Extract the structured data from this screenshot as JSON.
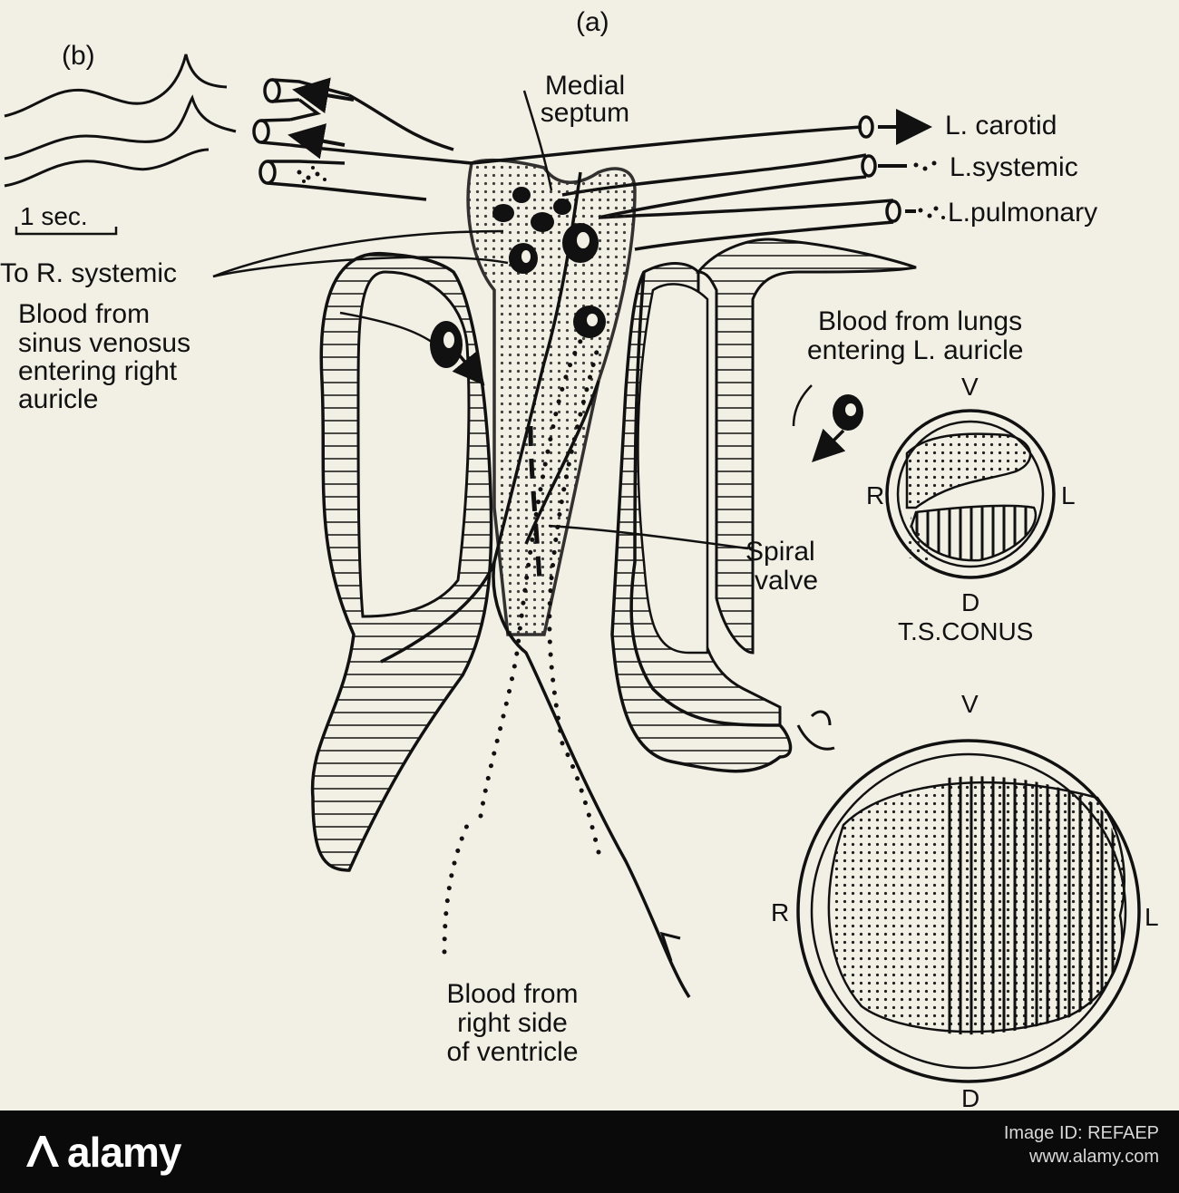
{
  "figure": {
    "panel_a": "(a)",
    "panel_b": "(b)",
    "scale_bar": "1 sec.",
    "labels": {
      "medial_septum_1": "Medial",
      "medial_septum_2": "septum",
      "l_carotid": "L. carotid",
      "l_systemic": "L.systemic",
      "l_pulmonary": "L.pulmonary",
      "to_r_systemic": "To R. systemic",
      "sinus_1": "Blood from",
      "sinus_2": "sinus venosus",
      "sinus_3": "entering right",
      "sinus_4": "auricle",
      "lungs_1": "Blood from lungs",
      "lungs_2": "entering  L. auricle",
      "spiral_1": "Spiral",
      "spiral_2": "valve",
      "ventricle_1": "Blood from",
      "ventricle_2": "right side",
      "ventricle_3": "of ventricle"
    },
    "section_1": {
      "v": "V",
      "r": "R",
      "l": "L",
      "d": "D",
      "title": "T.S.CONUS"
    },
    "section_2": {
      "v": "V",
      "r": "R",
      "l": "L",
      "d": "D"
    }
  },
  "footer": {
    "brand": "alamy",
    "image_id_label": "Image ID: REFAEP",
    "image_id": "REFAEP",
    "url": "www.alamy.com"
  }
}
